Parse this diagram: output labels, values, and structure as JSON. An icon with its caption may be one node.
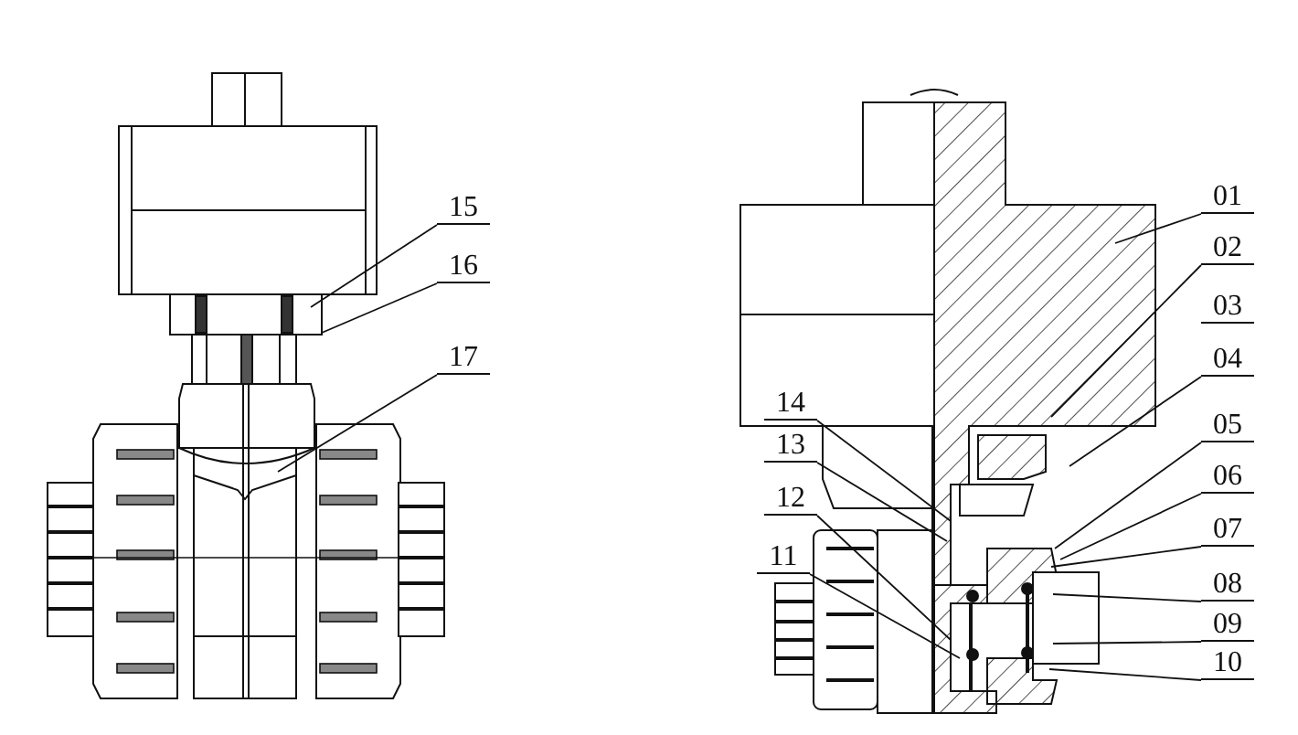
{
  "diagram": {
    "nodes": [
      {
        "text": [
          "15"
        ]
      },
      {
        "text": [
          "16"
        ]
      },
      {
        "text": [
          "17"
        ]
      },
      {
        "text": [
          "14"
        ]
      },
      {
        "text": [
          "13"
        ]
      },
      {
        "text": [
          "12"
        ]
      },
      {
        "text": [
          "11"
        ]
      },
      {
        "text": [
          "01"
        ]
      },
      {
        "text": [
          "02"
        ]
      },
      {
        "text": [
          "03"
        ]
      },
      {
        "text": [
          "04"
        ]
      },
      {
        "text": [
          "05"
        ]
      },
      {
        "text": [
          "06"
        ]
      },
      {
        "text": [
          "07"
        ]
      },
      {
        "text": [
          "08"
        ]
      },
      {
        "text": [
          "09"
        ]
      },
      {
        "text": [
          "10"
        ]
      }
    ],
    "edges": [
      {
        "from": 0,
        "to": null,
        "arrow": "none"
      },
      {
        "from": 1,
        "to": null,
        "arrow": "none"
      },
      {
        "from": 2,
        "to": null,
        "arrow": "none"
      },
      {
        "from": 3,
        "to": null,
        "arrow": "none"
      },
      {
        "from": 4,
        "to": null,
        "arrow": "none"
      },
      {
        "from": 5,
        "to": null,
        "arrow": "none"
      },
      {
        "from": 6,
        "to": null,
        "arrow": "none"
      },
      {
        "from": 7,
        "to": null,
        "arrow": "none"
      },
      {
        "from": 8,
        "to": null,
        "arrow": "none"
      },
      {
        "from": 10,
        "to": null,
        "arrow": "none"
      },
      {
        "from": 11,
        "to": null,
        "arrow": "none"
      },
      {
        "from": 12,
        "to": null,
        "arrow": "none"
      },
      {
        "from": 13,
        "to": null,
        "arrow": "none"
      },
      {
        "from": 14,
        "to": null,
        "arrow": "none"
      },
      {
        "from": 15,
        "to": null,
        "arrow": "none"
      },
      {
        "from": 16,
        "to": null,
        "arrow": "none"
      }
    ]
  }
}
